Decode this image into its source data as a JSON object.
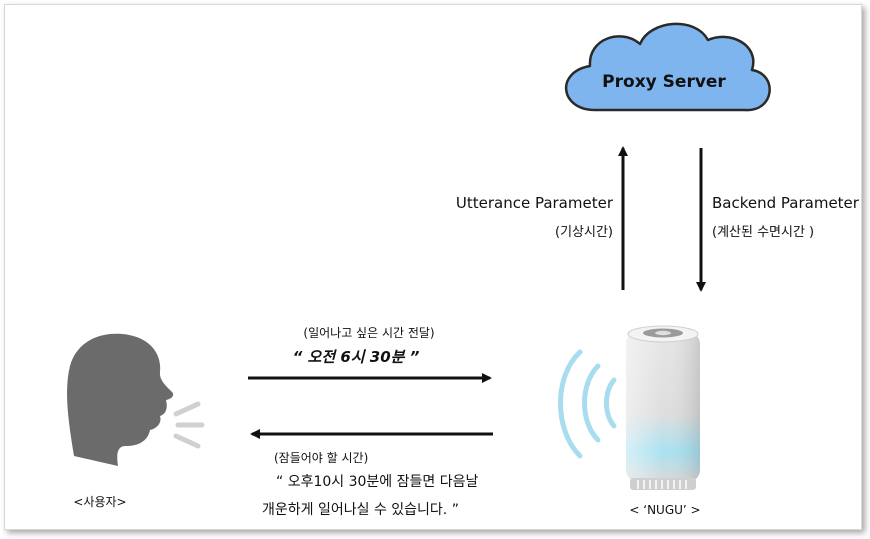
{
  "proxy_server": {
    "label": "Proxy Server"
  },
  "up_arrow": {
    "title": "Utterance Parameter",
    "subtitle": "(기상시간)"
  },
  "down_arrow": {
    "title": "Backend Parameter",
    "subtitle": "(계산된 수면시간 )"
  },
  "request": {
    "caption": "(일어나고 싶은 시간 전달)",
    "quote": "“ 오전 6시 30분 ”"
  },
  "response": {
    "caption": "(잠들어야 할 시간)",
    "quote_line1": "“ 오후10시 30분에 잠들면 다음날",
    "quote_line2": "개운하게 일어나실 수 있습니다. ”"
  },
  "user": {
    "label": "<사용자>"
  },
  "device": {
    "label": "< ‘NUGU’ >"
  },
  "colors": {
    "cloud": "#7fb5ee",
    "cloud_stroke": "#2a2a2a",
    "arrow": "#111111",
    "head": "#6b6b6b",
    "waves": "#a8dcef",
    "device_glow": "#8fd6ee"
  }
}
